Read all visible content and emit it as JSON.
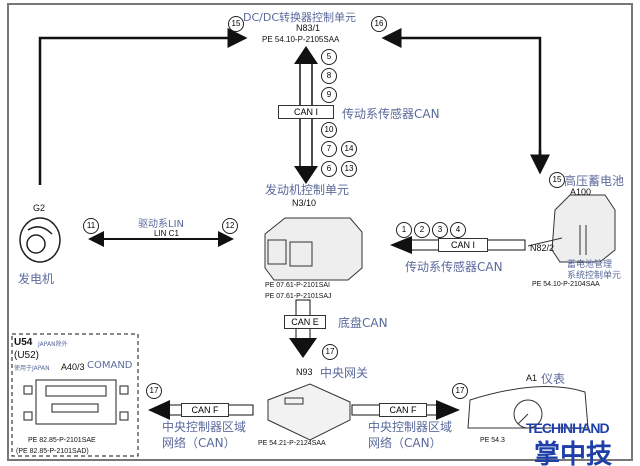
{
  "dcdc": {
    "name": "DC/DC转换器控制单元",
    "code": "N83/1",
    "ref": "PE 54.10-P-2105SAA"
  },
  "ecu": {
    "name": "发动机控制单元",
    "code": "N3/10",
    "ref1": "PE 07.61-P-2101SAI",
    "ref2": "PE 07.61-P-2101SAJ"
  },
  "gen": {
    "code": "G2",
    "name": "发电机"
  },
  "lin": {
    "name": "驱动系LIN",
    "label": "LIN C1"
  },
  "battery": {
    "name": "高压蓄电池",
    "code": "A100",
    "sub": "N82/2",
    "sub_name1": "蓄电池管理",
    "sub_name2": "系统控制单元",
    "ref": "PE 54.10-P-2104SAA"
  },
  "can_i": {
    "label": "CAN I",
    "name": "传动系传感器CAN"
  },
  "can_e": {
    "label": "CAN E",
    "name": "底盘CAN"
  },
  "gateway": {
    "code": "N93",
    "name": "中央网关",
    "ref": "PE 54.21-P-2124SAA"
  },
  "can_f": {
    "label": "CAN F",
    "name1": "中央控制器区域",
    "name2": "网络（CAN）"
  },
  "comand": {
    "u54": "U54",
    "u54_note": "JAPAN除外",
    "u52": "(U52)",
    "u52_note": "使用于JAPAN",
    "code": "A40/3",
    "name": "COMAND",
    "ref1": "PE 82.85-P-2101SAE",
    "ref2": "(PE 82.85-P-2101SAD)"
  },
  "cluster": {
    "code": "A1",
    "name": "仪表",
    "ref": "PE 54.3"
  },
  "numbers": {
    "n1": "1",
    "n2": "2",
    "n3": "3",
    "n4": "4",
    "n5": "5",
    "n6": "6",
    "n7": "7",
    "n8": "8",
    "n9": "9",
    "n10": "10",
    "n11": "11",
    "n12": "12",
    "n13": "13",
    "n14": "14",
    "n15": "15",
    "n16": "16",
    "n17": "17"
  },
  "watermark": {
    "en": "TECHINHAND",
    "cn": "掌中技"
  }
}
